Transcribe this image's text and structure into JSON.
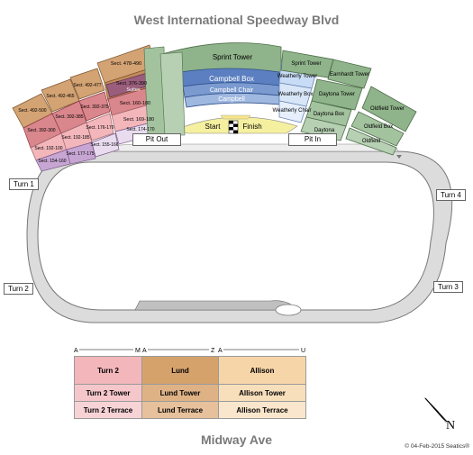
{
  "streets": {
    "north": "West International Speedway Blvd",
    "south": "Midway Ave"
  },
  "turns": {
    "turn1": "Turn 1",
    "turn2": "Turn 2",
    "turn3": "Turn 3",
    "turn4": "Turn 4"
  },
  "pit": {
    "out": "Pit Out",
    "in": "Pit In",
    "start": "Start",
    "finish": "Finish"
  },
  "sections": {
    "campbell_box": "Campbell Box",
    "campbell_chair": "Campbell Chair",
    "campbell": "Campbell",
    "sprint_tower": "Sprint Tower",
    "sprint_tower_small": "Sprint Tower",
    "earnhardt_tower": "Earnhardt Tower",
    "weatherly_tower": "Weatherly Tower",
    "weatherly_box": "Weatherly Box",
    "weatherly_chair": "Weatherly Chair",
    "daytona_tower": "Daytona Tower",
    "daytona_box": "Daytona Box",
    "daytona": "Daytona",
    "oldfield_tower": "Oldfield Tower",
    "oldfield_box": "Oldfield Box",
    "oldfield": "Oldfield",
    "suites": "Suites",
    "sec_478_490": "Sect. 478-490",
    "sec_376_390": "Sect. 376-390",
    "sec_160_180": "Sect. 160-180",
    "sec_169_180": "Sect. 169-180",
    "sec_492_500": "Sect. 492-500",
    "sec_492_465": "Sect. 492-465",
    "sec_492_477": "Sect. 492-477",
    "sec_392_300": "Sect. 392-300",
    "sec_392_385": "Sect. 392-385",
    "sec_392_375": "Sect. 392-375",
    "sec_192_100": "Sect. 192-100",
    "sec_192_185": "Sect. 192-185",
    "sec_176_170": "Sect. 176-170",
    "sec_154_160": "Sect. 154-160",
    "sec_177_175": "Sect. 177-175",
    "sec_155_166": "Sect. 155-166",
    "sec_174_170": "Sect. 174-170"
  },
  "legend": {
    "markers": [
      "A",
      "M",
      "A",
      "Z",
      "A",
      "U"
    ],
    "rows": [
      [
        "Turn 2",
        "Lund",
        "Allison"
      ],
      [
        "Turn 2 Tower",
        "Lund Tower",
        "Allison Tower"
      ],
      [
        "Turn 2 Terrace",
        "Lund Terrace",
        "Allison Terrace"
      ]
    ]
  },
  "compass": "N",
  "copyright": "© 04-Feb-2015 Seatics®",
  "colors": {
    "green": "#8fb38a",
    "green_dark": "#5f8a5b",
    "blue": "#5b7fc0",
    "light_blue": "#c8dcf5",
    "yellow": "#f5f0a0",
    "tan": "#d4a373",
    "lund": "#d6a26c",
    "red": "#d9868c",
    "pink": "#f2b6bb",
    "purple": "#c7a6d3",
    "mauve": "#9a5e7c",
    "allison": "#f6d5a8",
    "track": "#dcdcdc",
    "infield": "#f4f4f4"
  }
}
